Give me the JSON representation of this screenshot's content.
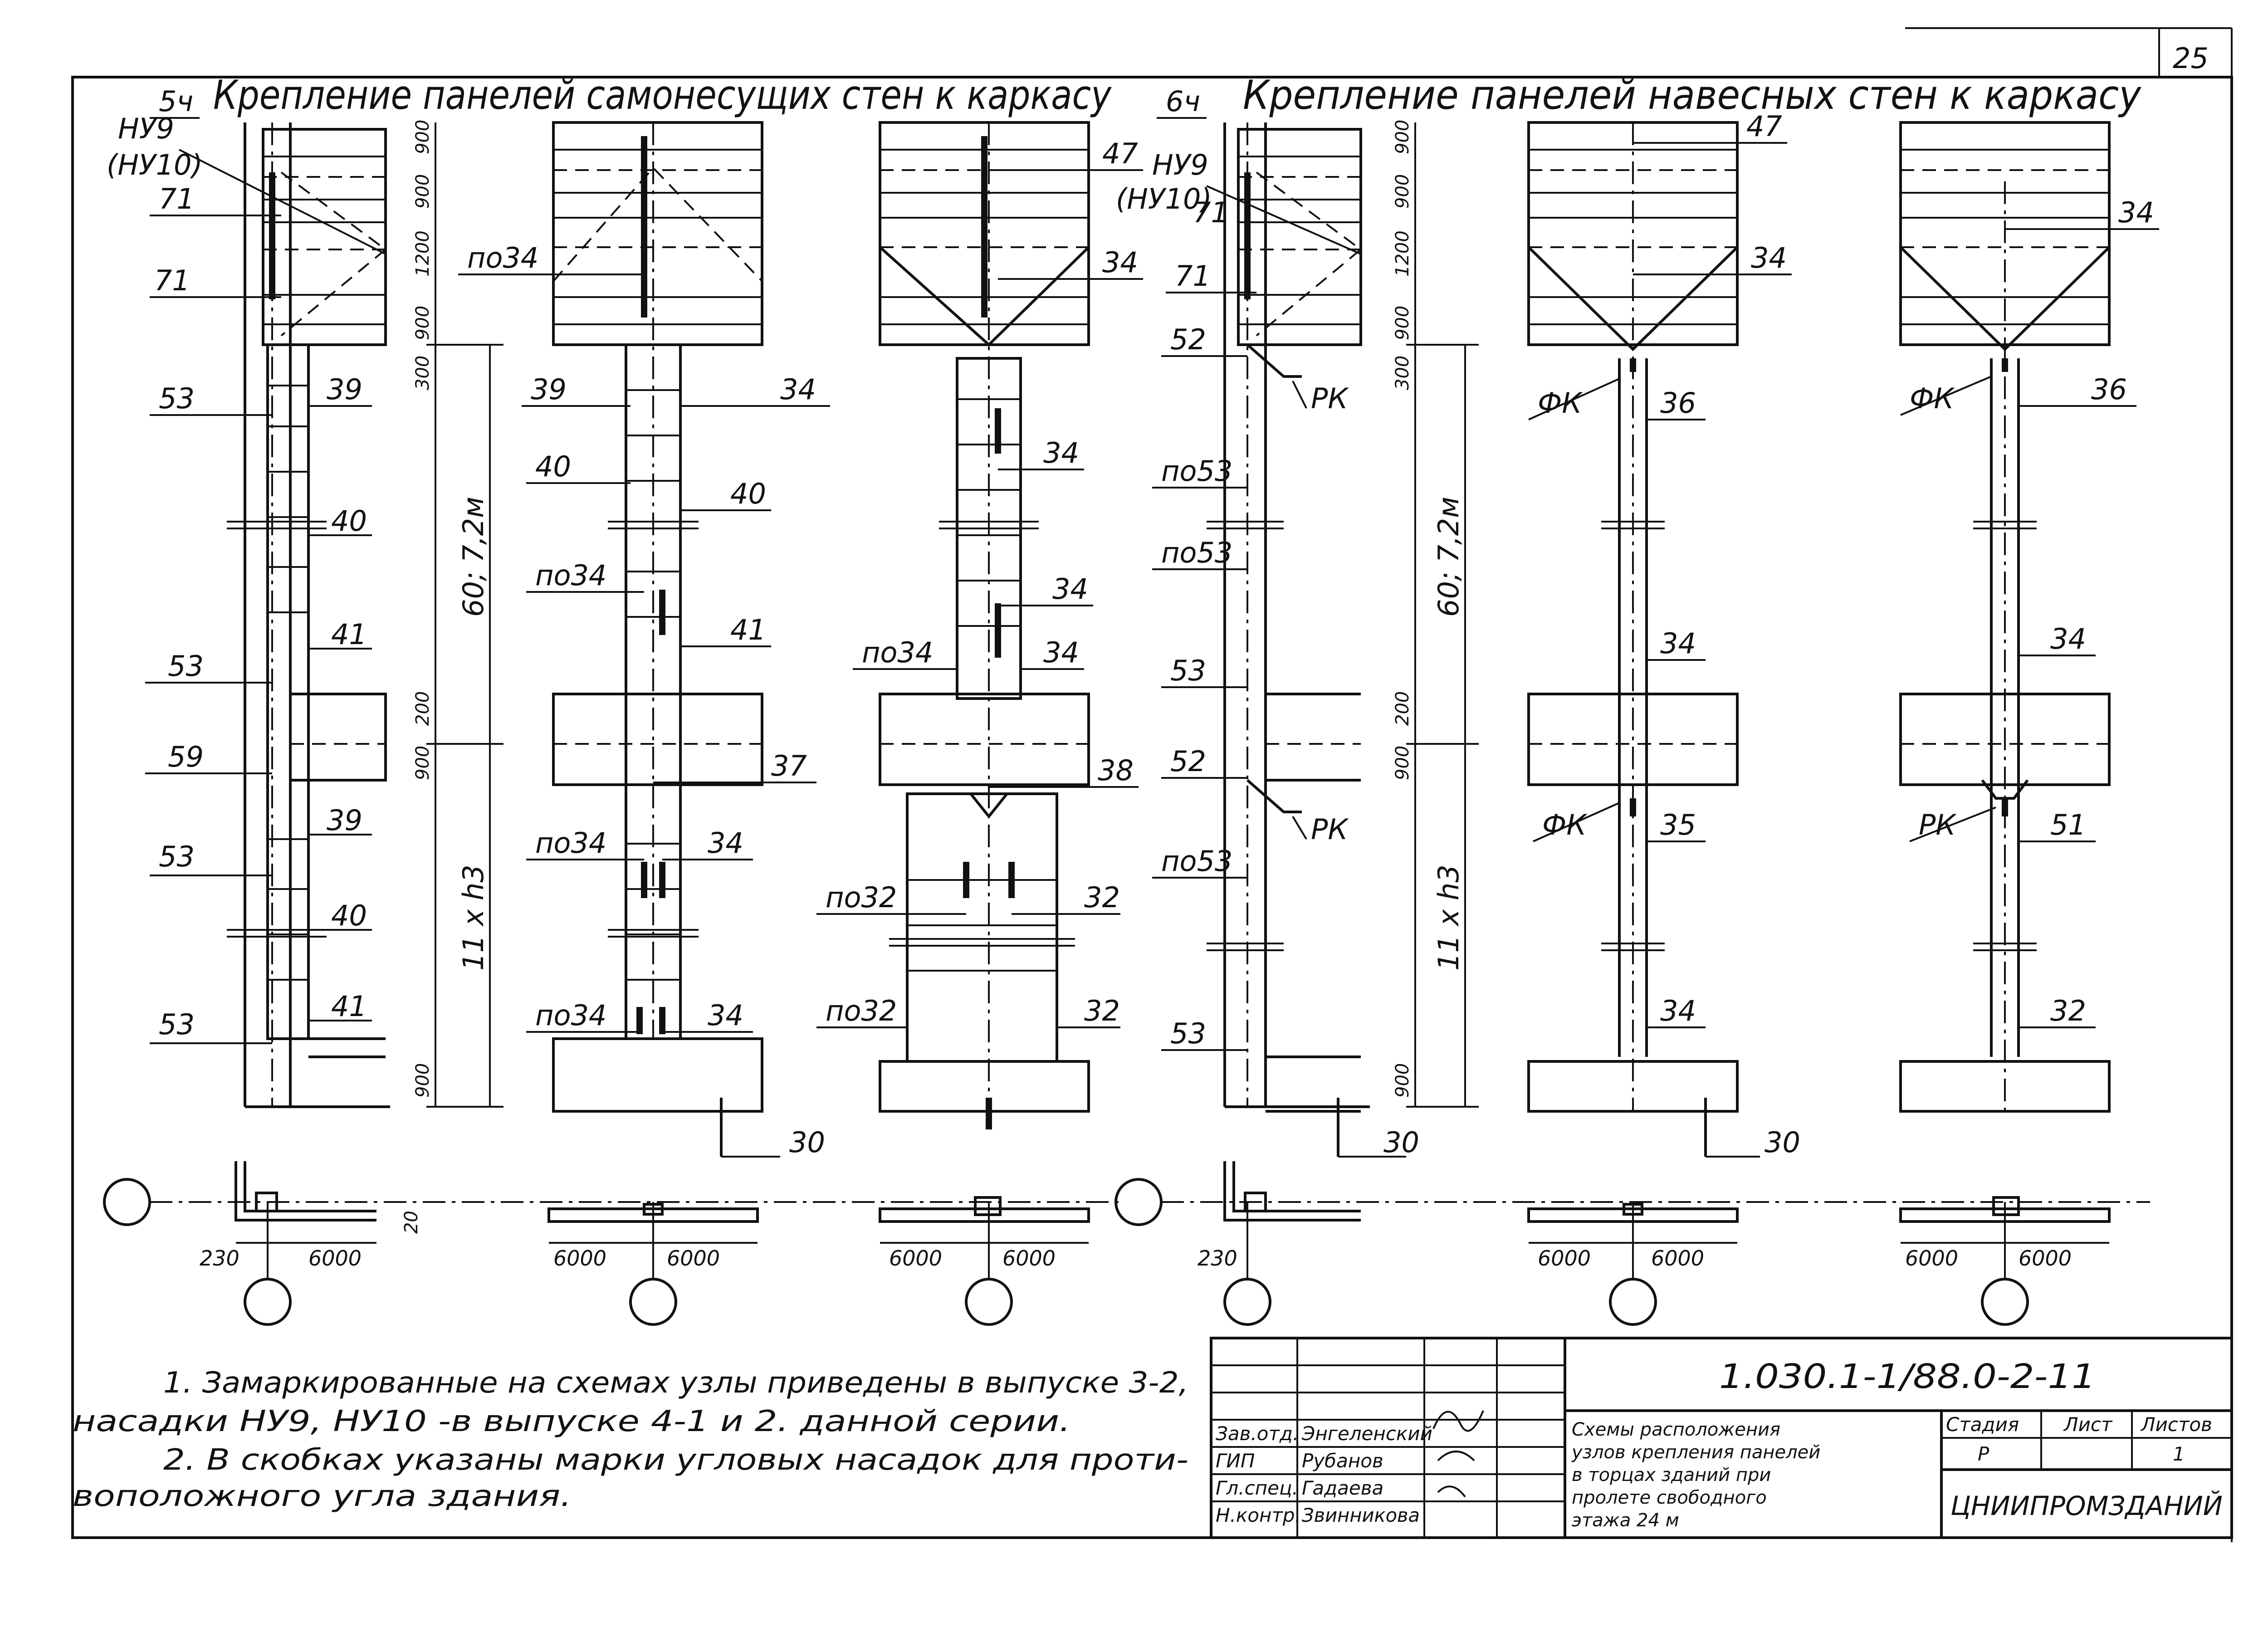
{
  "sheet_number": "25",
  "headers": {
    "left_number": "5ч",
    "left": "Крепление панелей самонесущих стен к каркасу",
    "right_number": "6ч",
    "right": "Крепление панелей навесных стен к каркасу"
  },
  "labels": {
    "nu9": "НУ9",
    "nu10": "(НУ10)",
    "n71": "71",
    "n53": "53",
    "n59": "59",
    "n39": "39",
    "n40": "40",
    "n41": "41",
    "n34": "34",
    "po34": "по34",
    "n37": "37",
    "n47": "47",
    "po32": "по32",
    "n32": "32",
    "n38": "38",
    "n30": "30",
    "n52": "52",
    "po53": "по53",
    "rk": "РК",
    "fk": "ФК",
    "n36": "36",
    "n35": "35",
    "n51": "51"
  },
  "dims": {
    "d900": "900",
    "d1200": "1200",
    "d300": "300",
    "d200": "200",
    "d60": "60; 7,2м",
    "d11": "11 x h3",
    "d6000": "6000",
    "d230": "230",
    "d20": "20"
  },
  "notes": {
    "line1": "1. Замаркированные на схемах узлы приведены в выпуске 3-2,",
    "line2": "насадки НУ9, НУ10 -в выпуске 4-1 и 2. данной серии.",
    "line3": "2. В скобках указаны марки угловых насадок для проти-",
    "line4": "воположного угла здания."
  },
  "title_block": {
    "code": "1.030.1-1/88.0-2-11",
    "roles": [
      "Зав.отд.",
      "ГИП",
      "Гл.спец.",
      "Н.контр."
    ],
    "names": [
      "Энгеленский",
      "Рубанов",
      "Гадаева",
      "Звинникова"
    ],
    "description": [
      "Схемы расположения",
      "узлов крепления панелей",
      "в торцах зданий при",
      "пролете свободного",
      "этажа 24 м"
    ],
    "stage_label": "Стадия",
    "sheet_label": "Лист",
    "sheets_label": "Листов",
    "stage": "Р",
    "sheets": "1",
    "organization": "ЦНИИПРОМЗДАНИЙ"
  }
}
